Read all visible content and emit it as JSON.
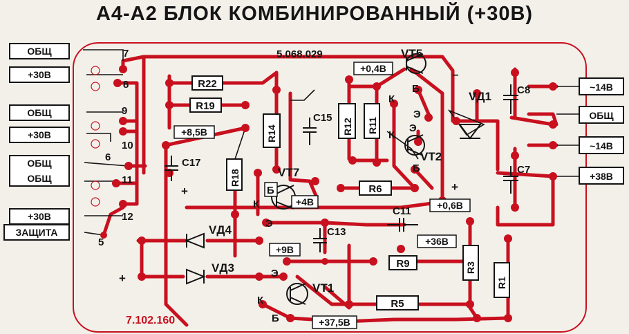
{
  "title": "А4-А2  БЛОК КОМБИНИРОВАННЫЙ (+30В)",
  "colors": {
    "trace": "#c8101e",
    "ink": "#141414",
    "paper": "#f3f0ea"
  },
  "board": {
    "code_top": "5.068.029",
    "code_bottom": "7.102.160"
  },
  "left_connectors": [
    "ОБЩ",
    "+30В",
    "ОБЩ",
    "+30В",
    "ОБЩ",
    "ОБЩ",
    "+30В",
    "ЗАЩИТА"
  ],
  "right_connectors": [
    "~14В",
    "ОБЩ",
    "~14В",
    "+38В"
  ],
  "pins": [
    "7",
    "8",
    "9",
    "10",
    "6",
    "11",
    "12",
    "5"
  ],
  "components": {
    "r22": "R22",
    "r19": "R19",
    "r14": "R14",
    "r18": "R18",
    "r12": "R12",
    "r11": "R11",
    "r6": "R6",
    "r9": "R9",
    "r5": "R5",
    "r3": "R3",
    "r1": "R1",
    "c17": "C17",
    "c15": "C15",
    "c11": "C11",
    "c13": "C13",
    "c8": "C8",
    "c7": "C7",
    "vt5": "VT5",
    "vt7": "VT7",
    "vt2": "VT2",
    "vt1": "VT1",
    "vd1": "VД1",
    "vd3": "VД3",
    "vd4": "VД4"
  },
  "voltages": {
    "v04": "+0,4В",
    "v85": "+8,5В",
    "v4": "+4В",
    "v06": "+0,6В",
    "v36": "+36В",
    "v9": "+9В",
    "v375": "+37,5В"
  },
  "terminals": {
    "k": "К",
    "b": "Б",
    "e": "Э",
    "plus": "+",
    "minus": "–"
  }
}
